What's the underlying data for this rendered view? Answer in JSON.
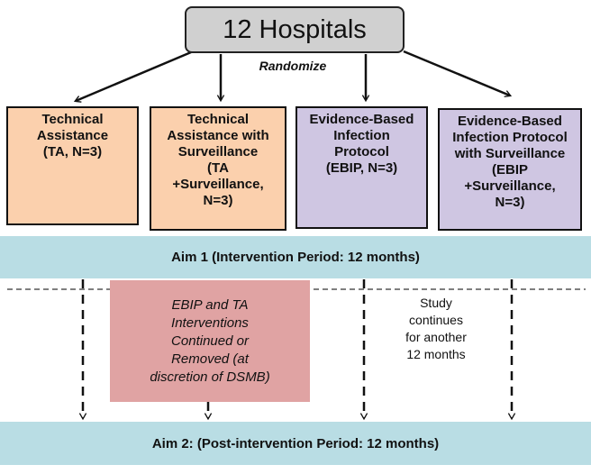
{
  "top": {
    "label": "12 Hospitals"
  },
  "randomize_label": "Randomize",
  "arms": [
    {
      "text": "Technical\nAssistance\n(TA, N=3)",
      "color": "#fbd0ad"
    },
    {
      "text": "Technical\nAssistance with\nSurveillance\n(TA\n+Surveillance,\nN=3)",
      "color": "#fbd0ad"
    },
    {
      "text": "Evidence-Based\nInfection\nProtocol\n(EBIP, N=3)",
      "color": "#cfc6e2"
    },
    {
      "text": "Evidence-Based\nInfection Protocol\nwith Surveillance\n(EBIP\n+Surveillance,\nN=3)",
      "color": "#cfc6e2"
    }
  ],
  "aim1": {
    "label": "Aim 1 (Intervention Period: 12 months)",
    "color": "#b9dde4"
  },
  "pink_note": {
    "text": "EBIP and TA\nInterventions\nContinued or\nRemoved (at\ndiscretion of DSMB)",
    "color": "#e0a3a3"
  },
  "study_note": {
    "text": "Study\ncontinues\nfor another\n12 months"
  },
  "aim2": {
    "label": "Aim 2: (Post-intervention Period: 12 months)",
    "color": "#b9dde4"
  }
}
